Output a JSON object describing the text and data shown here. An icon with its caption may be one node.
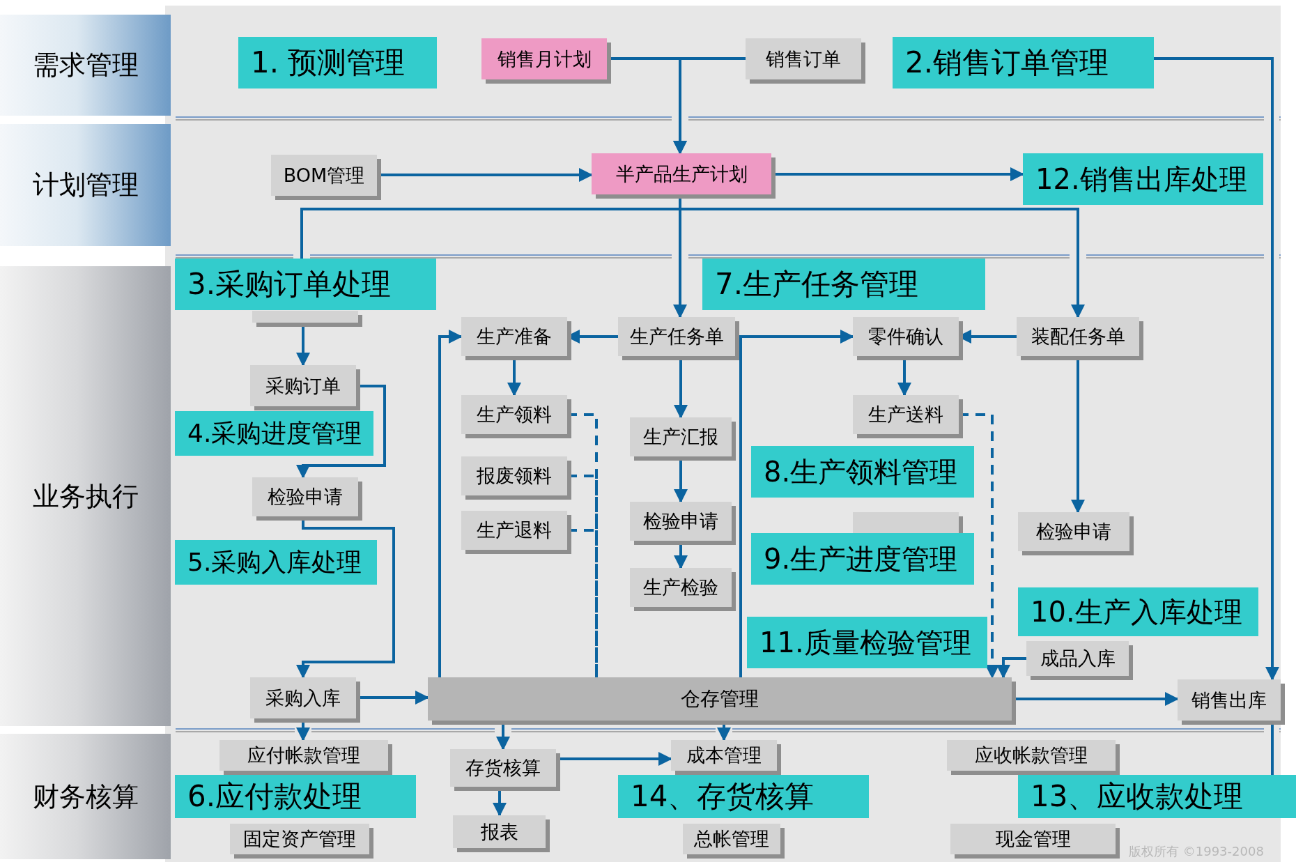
{
  "diagram": {
    "nodes": [
      {
        "text": [
          "需求管理"
        ]
      },
      {
        "text": [
          "计划管理"
        ]
      },
      {
        "text": [
          "业务执行"
        ]
      },
      {
        "text": [
          "财务核算"
        ]
      },
      {
        "text": [
          "1. 预测管理"
        ]
      },
      {
        "text": [
          "销售月计划"
        ]
      },
      {
        "text": [
          "销售订单"
        ]
      },
      {
        "text": [
          "2.销售订单管理"
        ]
      },
      {
        "text": [
          "BOM管理"
        ]
      },
      {
        "text": [
          "半产品生产计划"
        ]
      },
      {
        "text": [
          "12.销售出库处理"
        ]
      },
      {
        "text": [
          "3.采购订单处理"
        ]
      },
      {
        "text": [],
        "shape": "box"
      },
      {
        "text": [
          "生产准备"
        ]
      },
      {
        "text": [
          "生产任务单"
        ]
      },
      {
        "text": [
          "7.生产任务管理"
        ]
      },
      {
        "text": [
          "零件确认"
        ]
      },
      {
        "text": [
          "装配任务单"
        ]
      },
      {
        "text": [
          "采购订单"
        ]
      },
      {
        "text": [
          "生产领料"
        ]
      },
      {
        "text": [
          "生产送料"
        ]
      },
      {
        "text": [
          "4.采购进度管理"
        ]
      },
      {
        "text": [
          "检验申请"
        ]
      },
      {
        "text": [
          "报废领料"
        ]
      },
      {
        "text": [
          "生产汇报"
        ]
      },
      {
        "text": [
          "8.生产领料管理"
        ]
      },
      {
        "text": [
          "生产退料"
        ]
      },
      {
        "text": [
          "检验申请"
        ]
      },
      {
        "text": [],
        "shape": "box"
      },
      {
        "text": [
          "检验申请"
        ]
      },
      {
        "text": [
          "9.生产进度管理"
        ]
      },
      {
        "text": [
          "生产检验"
        ]
      },
      {
        "text": [
          "5.采购入库处理"
        ]
      },
      {
        "text": [
          "10.生产入库处理"
        ]
      },
      {
        "text": [
          "成品入库"
        ]
      },
      {
        "text": [
          "11.质量检验管理"
        ]
      },
      {
        "text": [
          "采购入库"
        ]
      },
      {
        "text": [
          "仓存管理"
        ]
      },
      {
        "text": [
          "销售出库"
        ]
      },
      {
        "text": [
          "应付帐款管理"
        ]
      },
      {
        "text": [
          "存货核算"
        ]
      },
      {
        "text": [
          "成本管理"
        ]
      },
      {
        "text": [
          "应收帐款管理"
        ]
      },
      {
        "text": [
          "6.应付款处理"
        ]
      },
      {
        "text": [
          "14、存货核算"
        ]
      },
      {
        "text": [
          "13、应收款处理"
        ]
      },
      {
        "text": [
          "固定资产管理"
        ]
      },
      {
        "text": [
          "报表"
        ]
      },
      {
        "text": [
          "总帐管理"
        ]
      },
      {
        "text": [
          "现金管理"
        ]
      }
    ],
    "edges": [
      {
        "from": 5,
        "to": 9,
        "arrow": "to"
      },
      {
        "from": 6,
        "to": 9,
        "arrow": "to"
      },
      {
        "from": 7,
        "to": 38,
        "arrow": "to"
      },
      {
        "from": 38,
        "to": 45,
        "arrow": "none"
      },
      {
        "from": 8,
        "to": 9,
        "arrow": "to"
      },
      {
        "from": 9,
        "to": 10,
        "arrow": "to"
      },
      {
        "from": 9,
        "to": 14,
        "arrow": "to"
      },
      {
        "from": 9,
        "to": 11,
        "arrow": "none"
      },
      {
        "from": 9,
        "to": 17,
        "arrow": "to"
      },
      {
        "from": 12,
        "to": 18,
        "arrow": "to"
      },
      {
        "from": 18,
        "to": 22,
        "arrow": "to"
      },
      {
        "from": 22,
        "to": 36,
        "arrow": "to"
      },
      {
        "from": 36,
        "to": 37,
        "arrow": "to"
      },
      {
        "from": 37,
        "to": 13,
        "arrow": "to"
      },
      {
        "from": 14,
        "to": 13,
        "arrow": "to"
      },
      {
        "from": 13,
        "to": 19,
        "arrow": "to"
      },
      {
        "from": 19,
        "to": 37,
        "arrow": "none",
        "style": "dashed"
      },
      {
        "from": 23,
        "to": 37,
        "arrow": "none",
        "style": "dashed"
      },
      {
        "from": 26,
        "to": 37,
        "arrow": "none",
        "style": "dashed"
      },
      {
        "from": 14,
        "to": 24,
        "arrow": "to"
      },
      {
        "from": 24,
        "to": 27,
        "arrow": "to"
      },
      {
        "from": 27,
        "to": 31,
        "arrow": "to"
      },
      {
        "from": 37,
        "to": 16,
        "arrow": "to"
      },
      {
        "from": 17,
        "to": 16,
        "arrow": "to"
      },
      {
        "from": 16,
        "to": 20,
        "arrow": "to"
      },
      {
        "from": 20,
        "to": 37,
        "arrow": "to",
        "style": "dashed"
      },
      {
        "from": 17,
        "to": 29,
        "arrow": "to"
      },
      {
        "from": 34,
        "to": 37,
        "arrow": "to"
      },
      {
        "from": 37,
        "to": 38,
        "arrow": "to"
      },
      {
        "from": 36,
        "to": 39,
        "arrow": "to"
      },
      {
        "from": 37,
        "to": 40,
        "arrow": "to"
      },
      {
        "from": 37,
        "to": 41,
        "arrow": "to"
      },
      {
        "from": 40,
        "to": 47,
        "arrow": "to"
      },
      {
        "from": 40,
        "to": 41,
        "arrow": "to"
      }
    ],
    "labels": [
      "版权所有 ©1993-2008"
    ]
  }
}
